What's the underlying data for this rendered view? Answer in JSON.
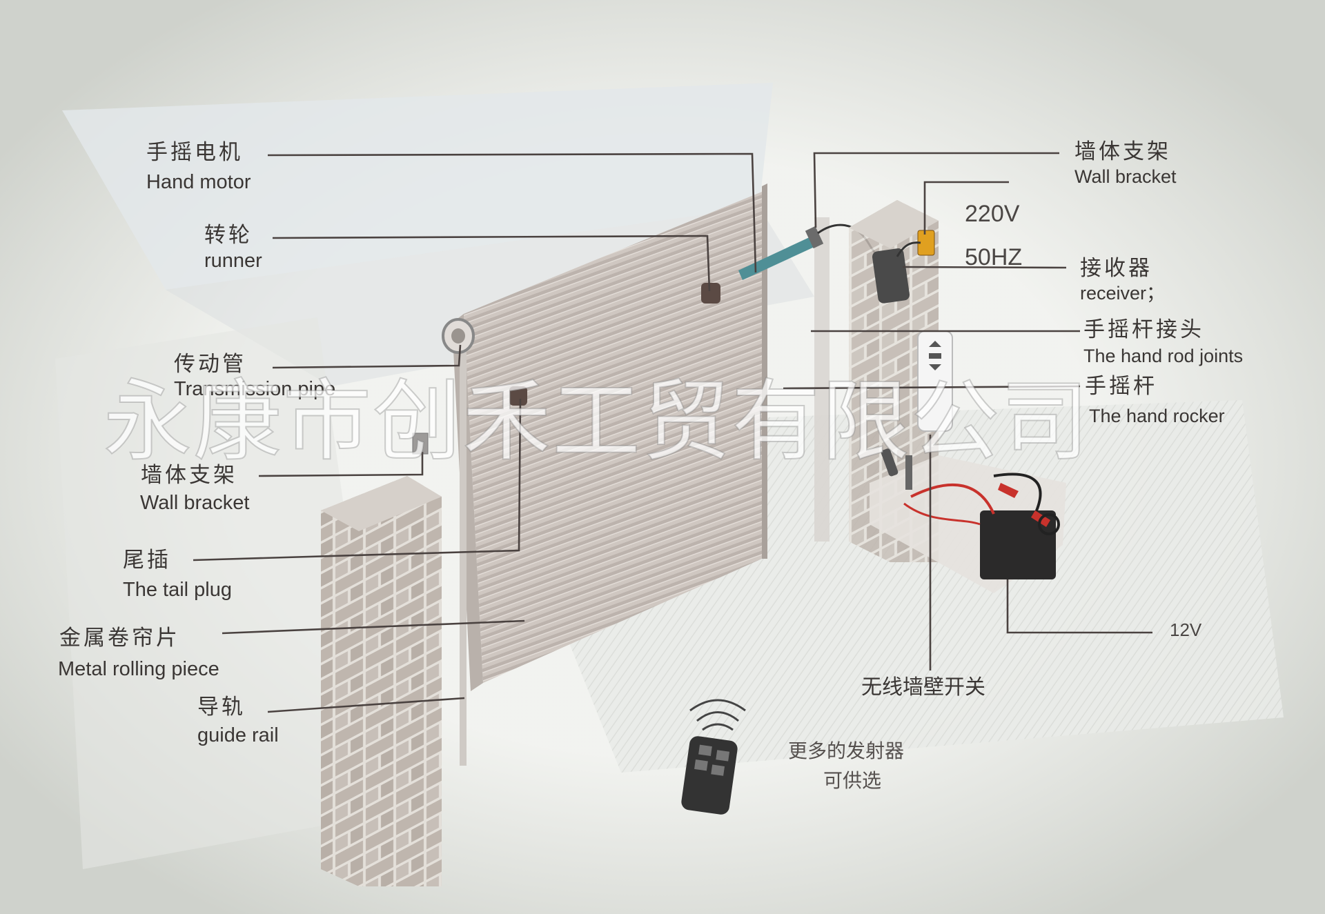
{
  "labels": {
    "hand_motor_zh": "手摇电机",
    "hand_motor_en": "Hand motor",
    "runner_zh": "转轮",
    "runner_en": "runner",
    "transmission_pipe_zh": "传动管",
    "transmission_pipe_en": "Transmission pipe",
    "wall_bracket_left_zh": "墙体支架",
    "wall_bracket_left_en": "Wall bracket",
    "tail_plug_zh": "尾插",
    "tail_plug_en": "The tail plug",
    "metal_rolling_zh": "金属卷帘片",
    "metal_rolling_en": "Metal rolling piece",
    "guide_rail_zh": "导轨",
    "guide_rail_en": "guide rail",
    "wall_bracket_right_zh": "墙体支架",
    "wall_bracket_right_en": "Wall bracket",
    "voltage": "220V",
    "frequency": "50HZ",
    "receiver_zh": "接收器",
    "receiver_en": "receiver；",
    "rod_joints_zh": "手摇杆接头",
    "rod_joints_en": "The hand rod joints",
    "hand_rocker_zh": "手摇杆",
    "hand_rocker_en": "The hand rocker",
    "battery_voltage": "12V",
    "wireless_switch_zh": "无线墙壁开关",
    "more_transmitters_zh": "更多的发射器",
    "optional_zh": "可供选"
  },
  "watermark": "永康市创禾工贸有限公司",
  "colors": {
    "paper": "#dfe1dc",
    "leader_line": "#4a4240",
    "shutter": "#cbc4bf",
    "brick": "#bdb4ad",
    "mortar": "#e6e2dc",
    "motor_tube": "#4f8f96",
    "clip_red": "#c8322c",
    "battery": "#2b2a2a"
  }
}
